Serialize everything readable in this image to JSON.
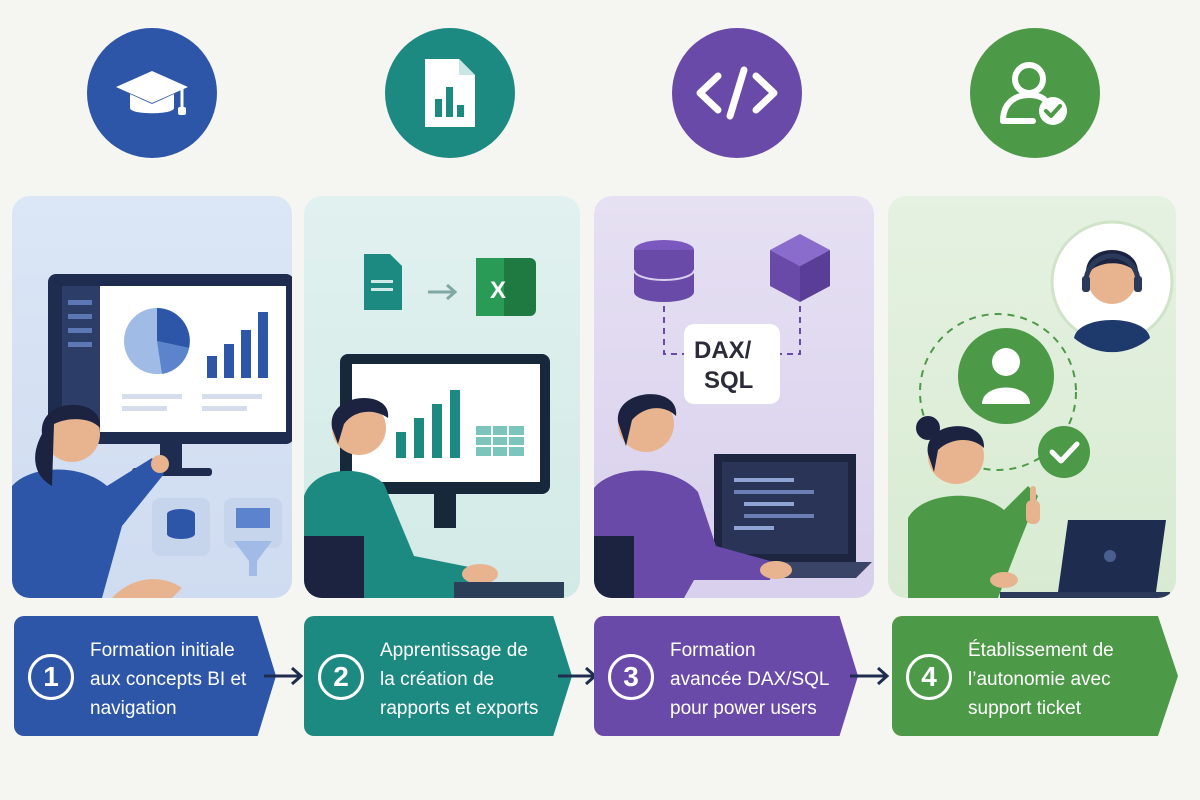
{
  "steps": [
    {
      "number": "1",
      "title": "Formation initiale aux concepts BI et navigation",
      "icon": "graduation-cap-icon",
      "color": "#2e56a8"
    },
    {
      "number": "2",
      "title": "Apprentissage de la création de rapports et exports",
      "icon": "report-document-icon",
      "color": "#1d8a82"
    },
    {
      "number": "3",
      "title": "Formation avancée DAX/SQL pour power users",
      "icon": "code-icon",
      "color": "#6a4aa8"
    },
    {
      "number": "4",
      "title": "Établissement de l’autonomie avec support ticket",
      "icon": "user-check-icon",
      "color": "#4c9a47"
    }
  ],
  "illustrations": {
    "step2_excel_letter": "X",
    "step3_badge": "DAX/\nSQL"
  }
}
